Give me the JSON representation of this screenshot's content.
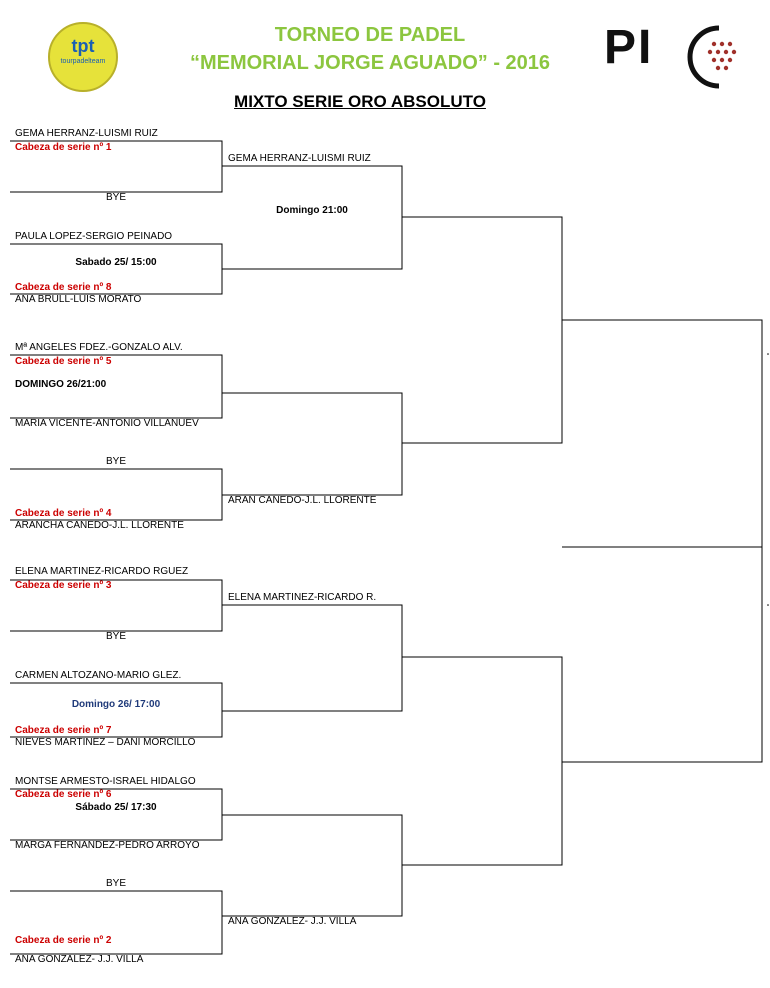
{
  "header": {
    "title_line1": "TORNEO DE PADEL",
    "title_line2": "“MEMORIAL JORGE AGUADO”  - 2016",
    "subtitle": "MIXTO SERIE ORO ABSOLUTO",
    "logo_left_text": "tpt",
    "logo_left_sub": "tourpadelteam",
    "logo_right_text": "PI"
  },
  "round1": [
    {
      "name": "GEMA HERRANZ-LUISMI RUIZ"
    },
    {
      "name": "Cabeza de serie nº 1"
    },
    {
      "name": "BYE"
    },
    {
      "name": "PAULA LOPEZ-SERGIO PEINADO"
    },
    {
      "name": "Sabado 25/ 15:00"
    },
    {
      "name": "Cabeza de serie nº 8"
    },
    {
      "name": "ANA BRULL-LUIS MORATO"
    },
    {
      "name": "Mª ANGELES FDEZ.-GONZALO ALV."
    },
    {
      "name": "Cabeza de serie  nº 5"
    },
    {
      "name": "DOMINGO 26/21:00"
    },
    {
      "name": "MARIA VICENTE-ANTONIO VILLANUEV"
    },
    {
      "name": "BYE"
    },
    {
      "name": "Cabeza de serie nº 4"
    },
    {
      "name": "ARANCHA CANEDO-J.L. LLORENTE"
    },
    {
      "name": "ELENA MARTINEZ-RICARDO RGUEZ"
    },
    {
      "name": "Cabeza de serie nº 3"
    },
    {
      "name": "BYE"
    },
    {
      "name": "CARMEN ALTOZANO-MARIO GLEZ."
    },
    {
      "name": "Domingo 26/ 17:00"
    },
    {
      "name": "Cabeza de serie nº 7"
    },
    {
      "name": "NIEVES MARTINEZ – DANI MORCILLO"
    },
    {
      "name": "MONTSE ARMESTO-ISRAEL HIDALGO"
    },
    {
      "name": "Cabeza de serie nº  6"
    },
    {
      "name": "Sábado 25/ 17:30"
    },
    {
      "name": "MARGA  FERNANDEZ-PEDRO ARROYO"
    },
    {
      "name": "BYE"
    },
    {
      "name": "Cabeza de serie nº 2"
    },
    {
      "name": "ANA GONZALEZ- J.J. VILLA"
    }
  ],
  "round2": [
    {
      "name": "GEMA HERRANZ-LUISMI RUIZ"
    },
    {
      "name": "Domingo 21:00"
    },
    {
      "name": "ARAN CANEDO-J.L. LLORENTE"
    },
    {
      "name": "ELENA MARTINEZ-RICARDO R."
    },
    {
      "name": "ANA GONZALEZ- J.J. VILLA"
    }
  ]
}
